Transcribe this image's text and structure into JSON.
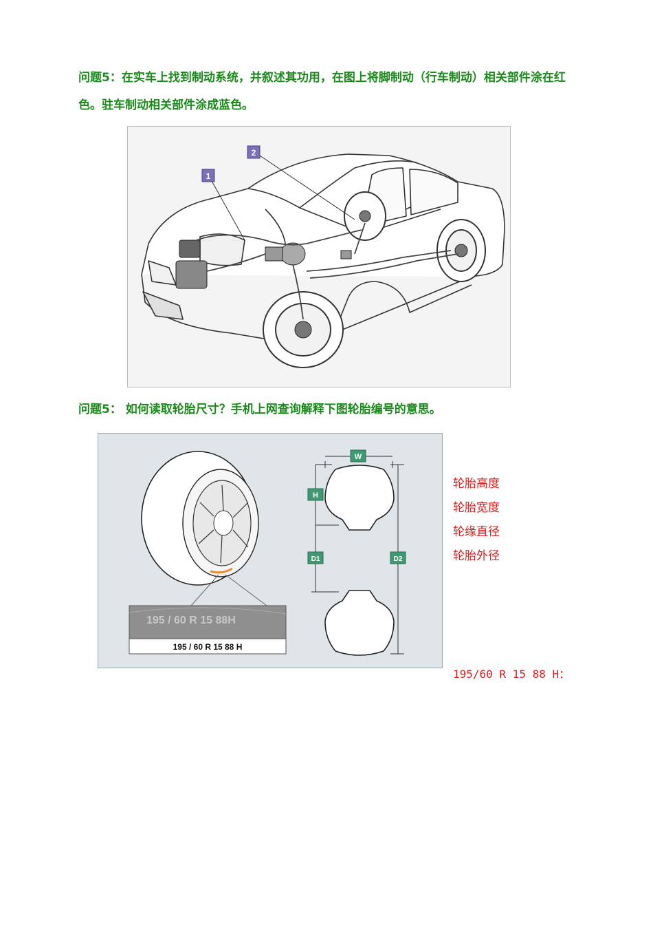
{
  "questions": {
    "q1": "问题5：在实车上找到制动系统，并叙述其功用，在图上将脚制动（行车制动）相关部件涂在红色。驻车制动相关部件涂成蓝色。",
    "q2": "问题5：  如何读取轮胎尺寸？手机上网查询解释下图轮胎编号的意思。"
  },
  "car_figure": {
    "callouts": [
      "1",
      "2"
    ]
  },
  "tire_figure": {
    "sidewall_embossed": "195 / 60 R 15  88H",
    "sidewall_caption": "195 / 60 R 15 88 H",
    "dimension_labels": {
      "w": "W",
      "h": "H",
      "d1": "D1",
      "d2": "D2"
    }
  },
  "answers": {
    "labels": [
      "轮胎高度",
      "轮胎宽度",
      "轮缘直径",
      "轮胎外径"
    ],
    "code_line": "195/60 R 15 88 H："
  },
  "colors": {
    "question_green": "#1a8a1a",
    "answer_red": "#d92020",
    "callout_purple": "#7b6fb5",
    "dim_green": "#3f9a73"
  }
}
